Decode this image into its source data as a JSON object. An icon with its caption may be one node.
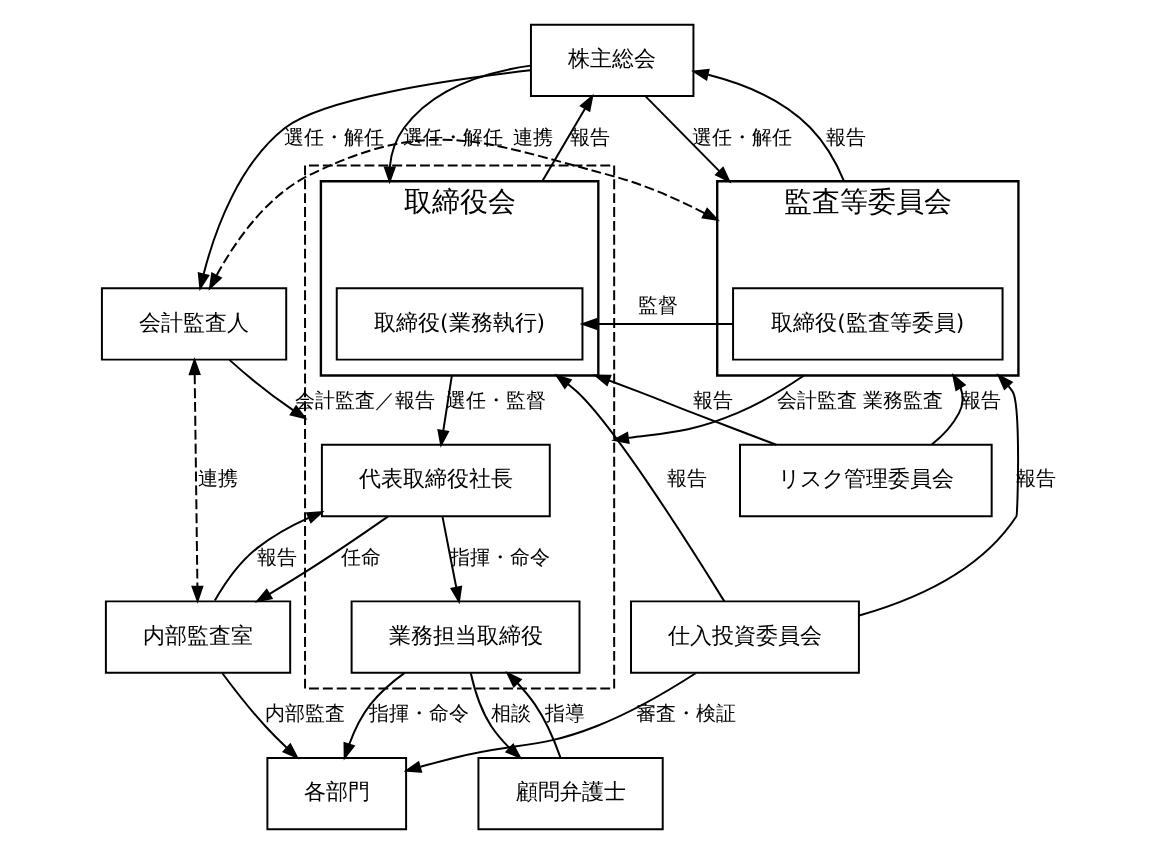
{
  "diagram": {
    "nodes": [
      {
        "text": [
          "株主総会"
        ]
      },
      {
        "text": [
          "監査等委員会"
        ]
      },
      {
        "text": [
          "取締役(監査等委員)"
        ],
        "in": 1
      },
      {
        "text": [],
        "shape": "box"
      },
      {
        "text": [
          "取締役会"
        ],
        "in": 3
      },
      {
        "text": [
          "取締役(業務執行)"
        ],
        "in": 4
      },
      {
        "text": [
          "会計監査人"
        ]
      },
      {
        "text": [
          "リスク管理委員会"
        ]
      },
      {
        "text": [
          "代表取締役社長"
        ],
        "in": 3
      },
      {
        "text": [
          "内部監査室"
        ]
      },
      {
        "text": [
          "仕入投資委員会"
        ]
      },
      {
        "text": [
          "業務担当取締役"
        ],
        "in": 3
      },
      {
        "text": [
          "顧問弁護士"
        ]
      },
      {
        "text": [
          "各部門"
        ]
      }
    ],
    "edges": [
      {
        "from": 1,
        "to": 0,
        "arrow": "to",
        "label": "報告"
      },
      {
        "from": 0,
        "to": 1,
        "arrow": "to",
        "label": "選任・解任"
      },
      {
        "from": 4,
        "to": 0,
        "arrow": "to",
        "label": "報告"
      },
      {
        "from": 0,
        "to": 4,
        "arrow": "to",
        "label": "選任・解任"
      },
      {
        "from": 0,
        "to": 6,
        "arrow": "to",
        "label": "選任・解任"
      },
      {
        "from": 1,
        "to": 6,
        "arrow": "both",
        "label": "連携",
        "style": "dashed"
      },
      {
        "from": 2,
        "to": 5,
        "arrow": "to",
        "label": "監督"
      },
      {
        "from": 1,
        "to": 3,
        "arrow": "to",
        "label": "会計監査 業務監査"
      },
      {
        "from": 6,
        "to": 3,
        "arrow": "to",
        "label": "会計監査／報告"
      },
      {
        "from": 4,
        "to": 8,
        "arrow": "to",
        "label": "選任・監督"
      },
      {
        "from": 7,
        "to": 1,
        "arrow": "to",
        "label": "報告"
      },
      {
        "from": 7,
        "to": 4,
        "arrow": "to",
        "label": "報告"
      },
      {
        "from": 10,
        "to": 1,
        "arrow": "to",
        "label": "報告"
      },
      {
        "from": 10,
        "to": 4,
        "arrow": "to",
        "label": "報告"
      },
      {
        "from": 6,
        "to": 9,
        "arrow": "both",
        "label": "連携",
        "style": "dashed"
      },
      {
        "from": 8,
        "to": 9,
        "arrow": "to",
        "label": "任命"
      },
      {
        "from": 9,
        "to": 8,
        "arrow": "to",
        "label": "報告"
      },
      {
        "from": 8,
        "to": 11,
        "arrow": "to",
        "label": "指揮・命令"
      },
      {
        "from": 11,
        "to": 12,
        "arrow": "to",
        "label": "相談"
      },
      {
        "from": 12,
        "to": 11,
        "arrow": "to",
        "label": "指導"
      },
      {
        "from": 11,
        "to": 13,
        "arrow": "to",
        "label": "指揮・命令"
      },
      {
        "from": 10,
        "to": 13,
        "arrow": "to",
        "label": "審査・検証"
      },
      {
        "from": 9,
        "to": 13,
        "arrow": "to",
        "label": "内部監査"
      }
    ]
  }
}
